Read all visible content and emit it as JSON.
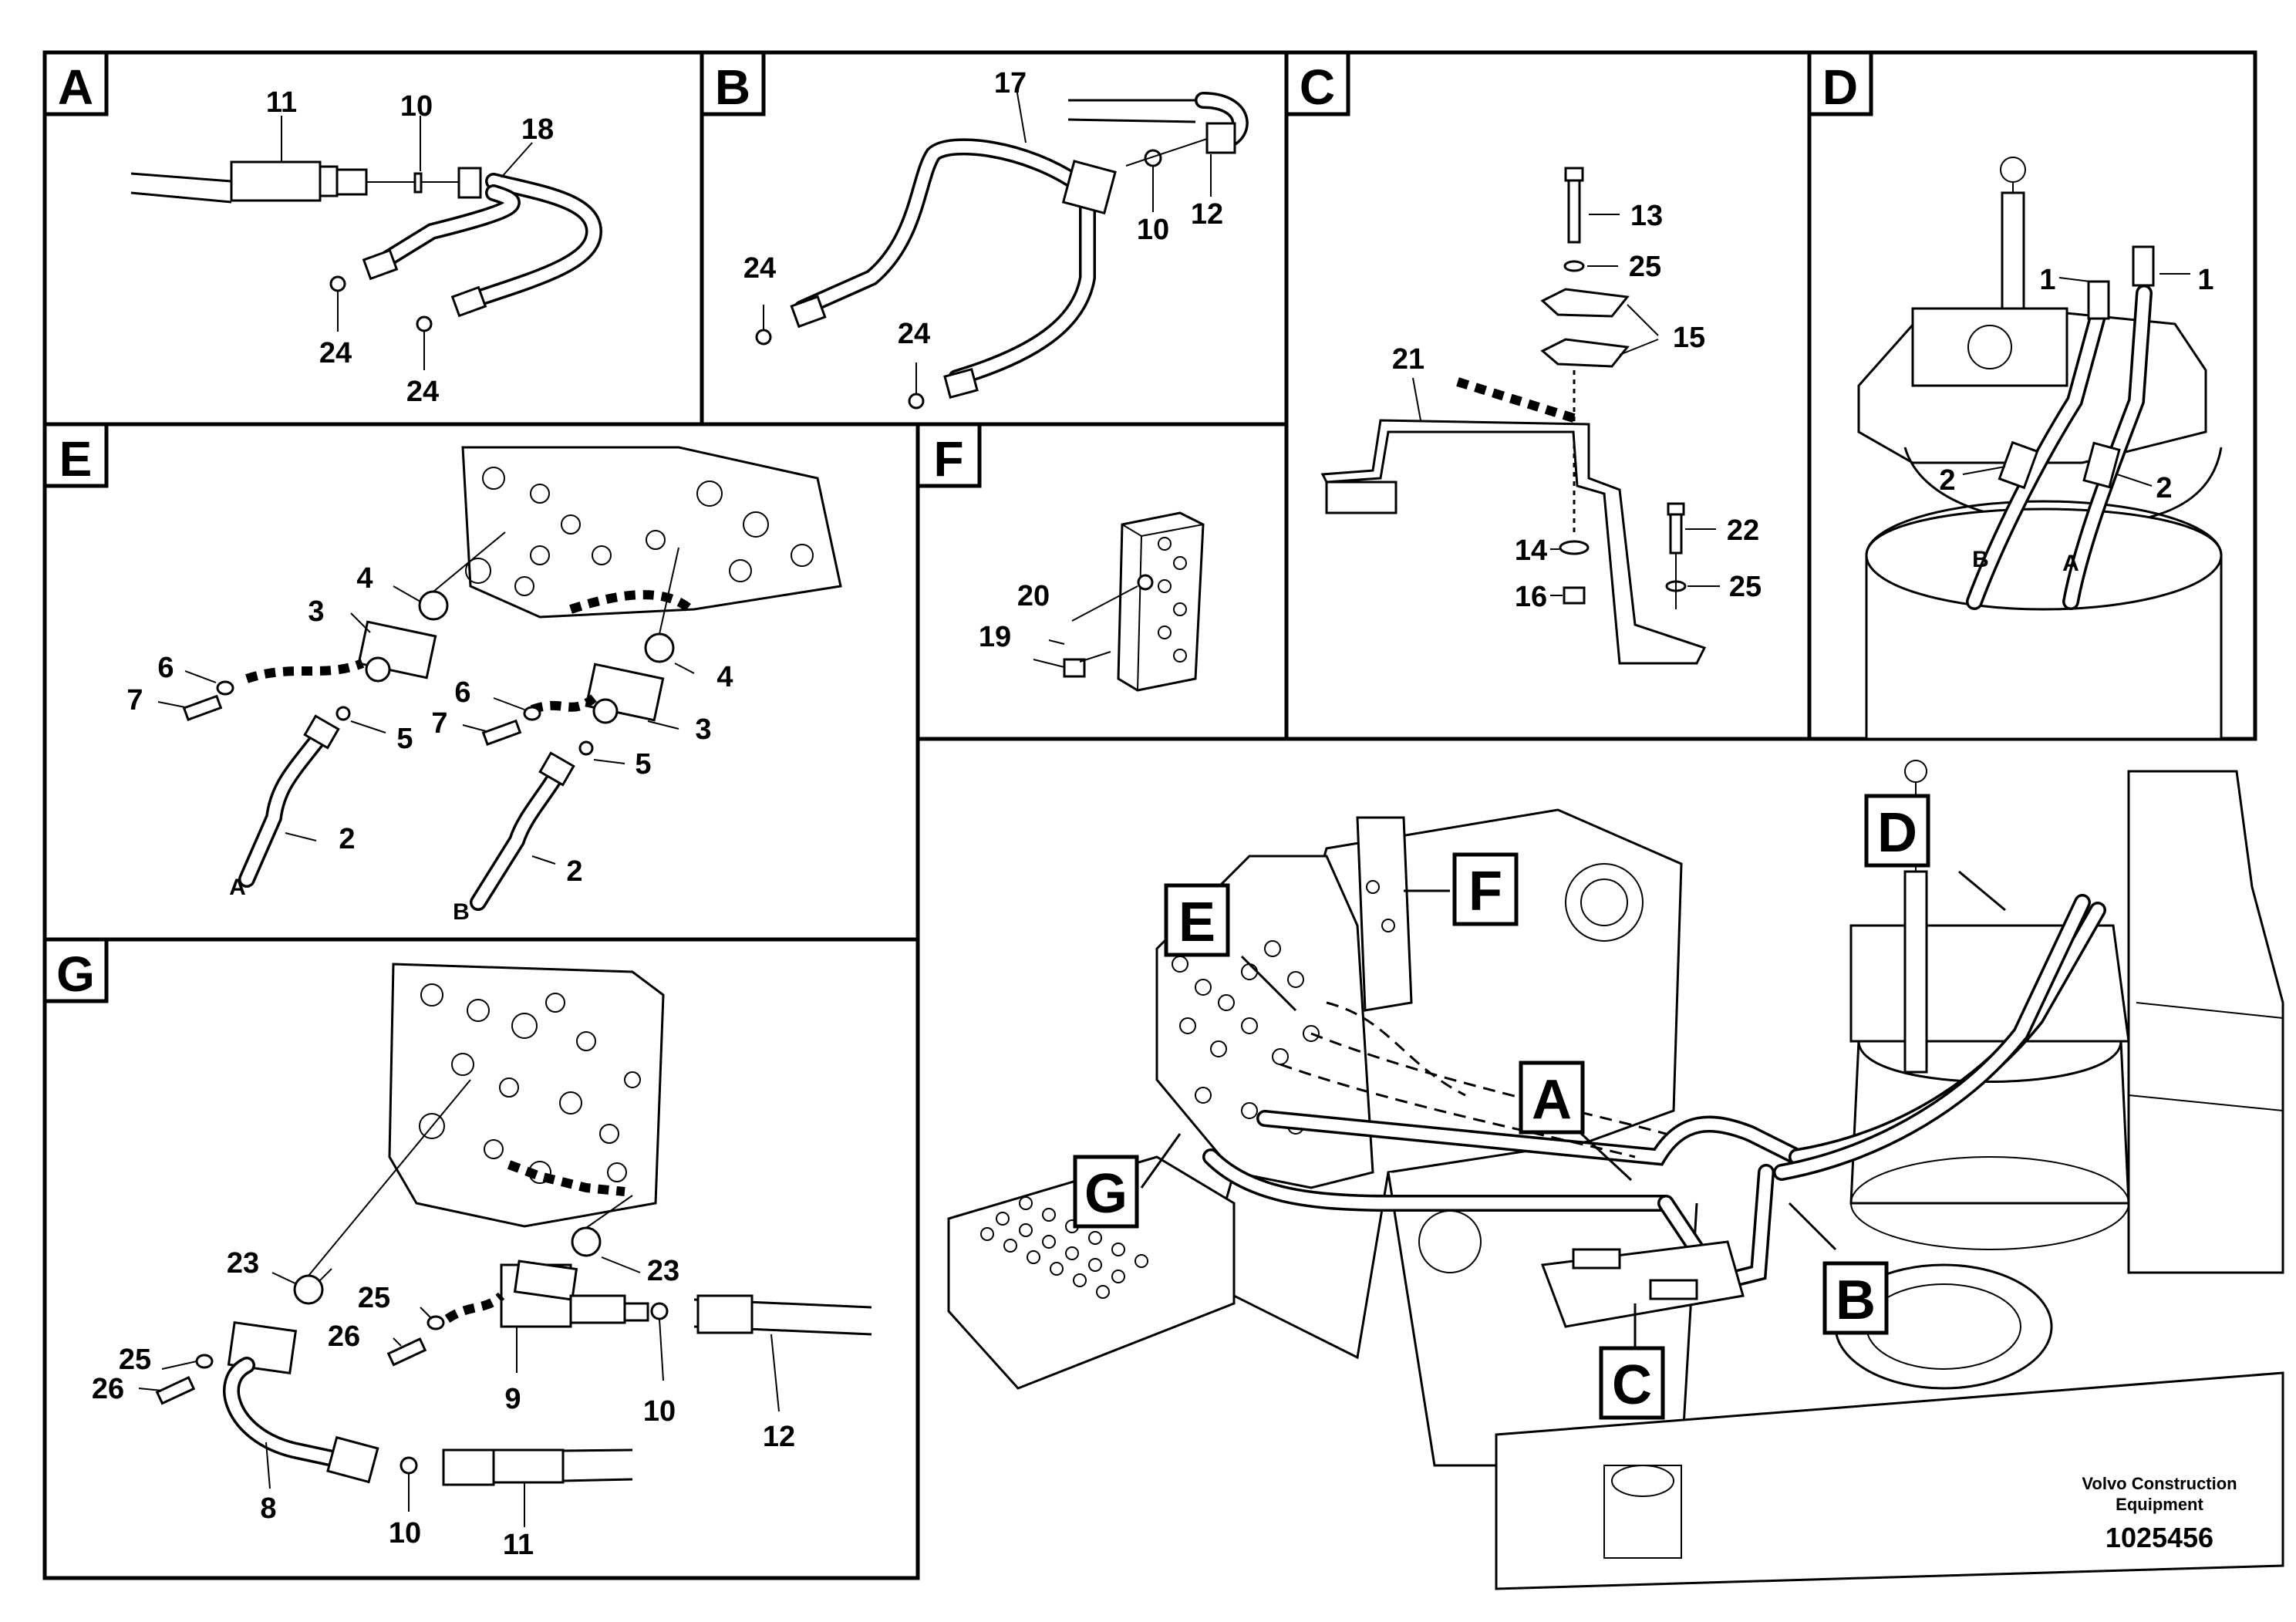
{
  "panels": {
    "A": {
      "letter": "A",
      "labels": {
        "p11": "11",
        "p10": "10",
        "p18": "18",
        "p24a": "24",
        "p24b": "24"
      }
    },
    "B": {
      "letter": "B",
      "labels": {
        "p17": "17",
        "p10": "10",
        "p12": "12",
        "p24a": "24",
        "p24b": "24"
      }
    },
    "C": {
      "letter": "C",
      "labels": {
        "p13": "13",
        "p25a": "25",
        "p15": "15",
        "p21": "21",
        "p22": "22",
        "p14": "14",
        "p16": "16",
        "p25b": "25"
      }
    },
    "D": {
      "letter": "D",
      "labels": {
        "p1a": "1",
        "p1b": "1",
        "p2a": "2",
        "p2b": "2",
        "pB": "B",
        "pA": "A"
      }
    },
    "E": {
      "letter": "E",
      "labels": {
        "p4a": "4",
        "p3a": "3",
        "p6a": "6",
        "p7a": "7",
        "p5a": "5",
        "p2a": "2",
        "pA": "A",
        "p4b": "4",
        "p6b": "6",
        "p7b": "7",
        "p3b": "3",
        "p5b": "5",
        "p2b": "2",
        "pB": "B"
      }
    },
    "F": {
      "letter": "F",
      "labels": {
        "p20": "20",
        "p19": "19"
      }
    },
    "G": {
      "letter": "G",
      "labels": {
        "p23a": "23",
        "p23b": "23",
        "p25a": "25",
        "p26a": "26",
        "p25b": "25",
        "p26b": "26",
        "p9": "9",
        "p10a": "10",
        "p12": "12",
        "p8": "8",
        "p10b": "10",
        "p11": "11"
      }
    }
  },
  "overview": {
    "callouts": {
      "D": "D",
      "F": "F",
      "E": "E",
      "A": "A",
      "G": "G",
      "B": "B",
      "C": "C"
    }
  },
  "footer": {
    "credit_line1": "Volvo Construction",
    "credit_line2": "Equipment",
    "doc_number": "1025456"
  }
}
